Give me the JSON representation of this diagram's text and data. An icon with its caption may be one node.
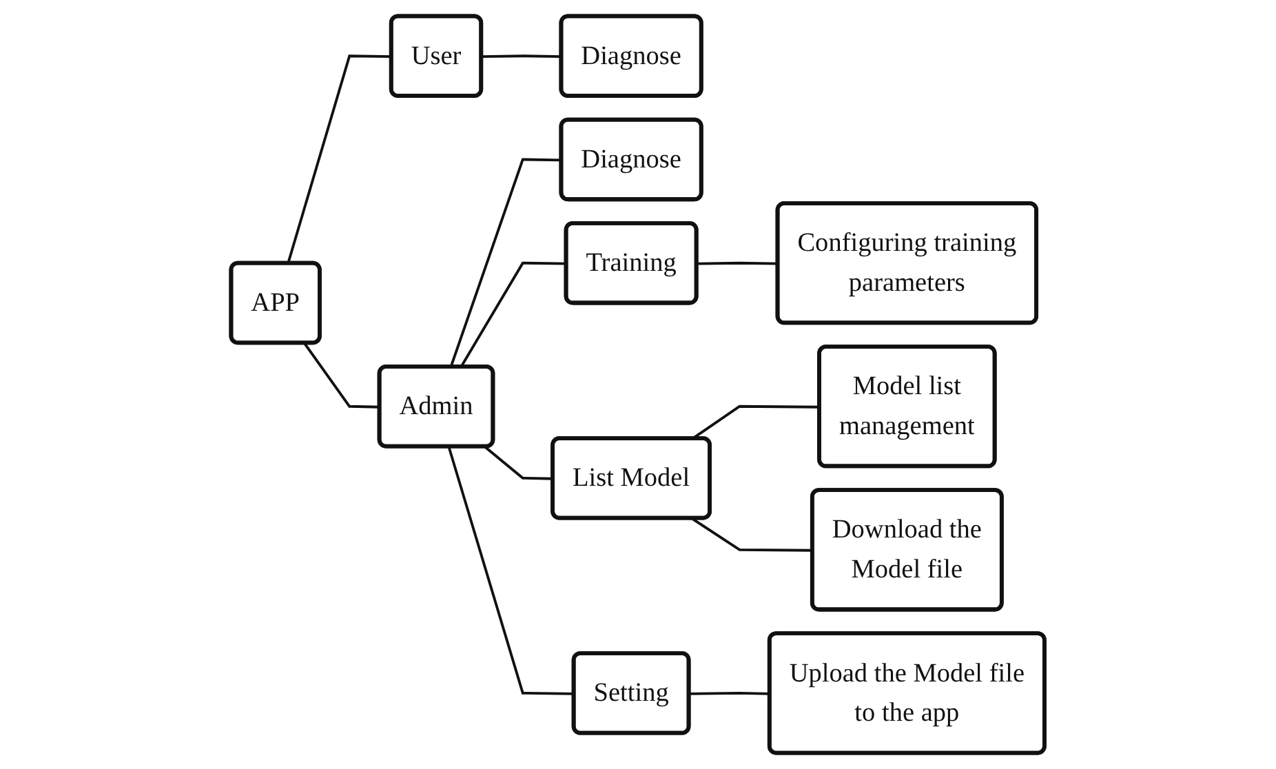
{
  "diagram": {
    "nodes": [
      {
        "text": [
          "APP"
        ]
      },
      {
        "text": [
          "User"
        ]
      },
      {
        "text": [
          "Diagnose"
        ]
      },
      {
        "text": [
          "Admin"
        ]
      },
      {
        "text": [
          "Diagnose"
        ]
      },
      {
        "text": [
          "Training"
        ]
      },
      {
        "text": [
          "Configuring training parameters"
        ]
      },
      {
        "text": [
          "List Model"
        ]
      },
      {
        "text": [
          "Model list management"
        ]
      },
      {
        "text": [
          "Download the Model file"
        ]
      },
      {
        "text": [
          "Setting"
        ]
      },
      {
        "text": [
          "Upload the Model file to the app"
        ]
      }
    ],
    "edges": [
      {
        "from": 0,
        "to": 1,
        "arrow": "none"
      },
      {
        "from": 1,
        "to": 2,
        "arrow": "none"
      },
      {
        "from": 0,
        "to": 3,
        "arrow": "none"
      },
      {
        "from": 3,
        "to": 4,
        "arrow": "none"
      },
      {
        "from": 3,
        "to": 5,
        "arrow": "none"
      },
      {
        "from": 5,
        "to": 6,
        "arrow": "none"
      },
      {
        "from": 3,
        "to": 7,
        "arrow": "none"
      },
      {
        "from": 7,
        "to": 8,
        "arrow": "none"
      },
      {
        "from": 7,
        "to": 9,
        "arrow": "none"
      },
      {
        "from": 3,
        "to": 10,
        "arrow": "none"
      },
      {
        "from": 10,
        "to": 11,
        "arrow": "none"
      }
    ]
  }
}
